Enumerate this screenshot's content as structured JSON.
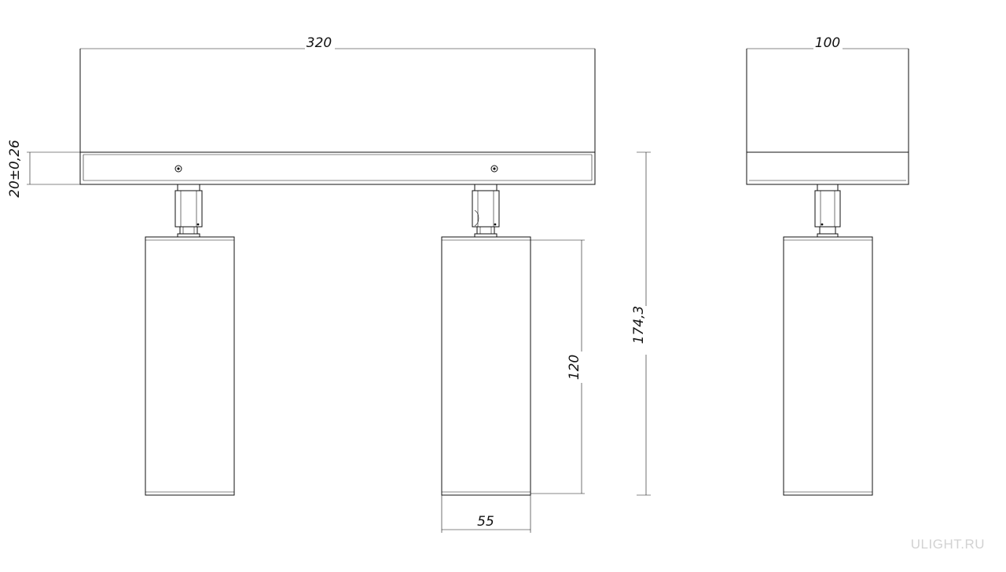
{
  "dimensions": {
    "track_length": "320",
    "track_depth": "100",
    "track_height": "20±0,26",
    "overall_height": "174,3",
    "body_height": "120",
    "body_diameter": "55"
  },
  "watermark": "ULIGHT.RU",
  "colors": {
    "line": "#111111",
    "background": "#ffffff",
    "watermark": "#d2d2d2"
  }
}
